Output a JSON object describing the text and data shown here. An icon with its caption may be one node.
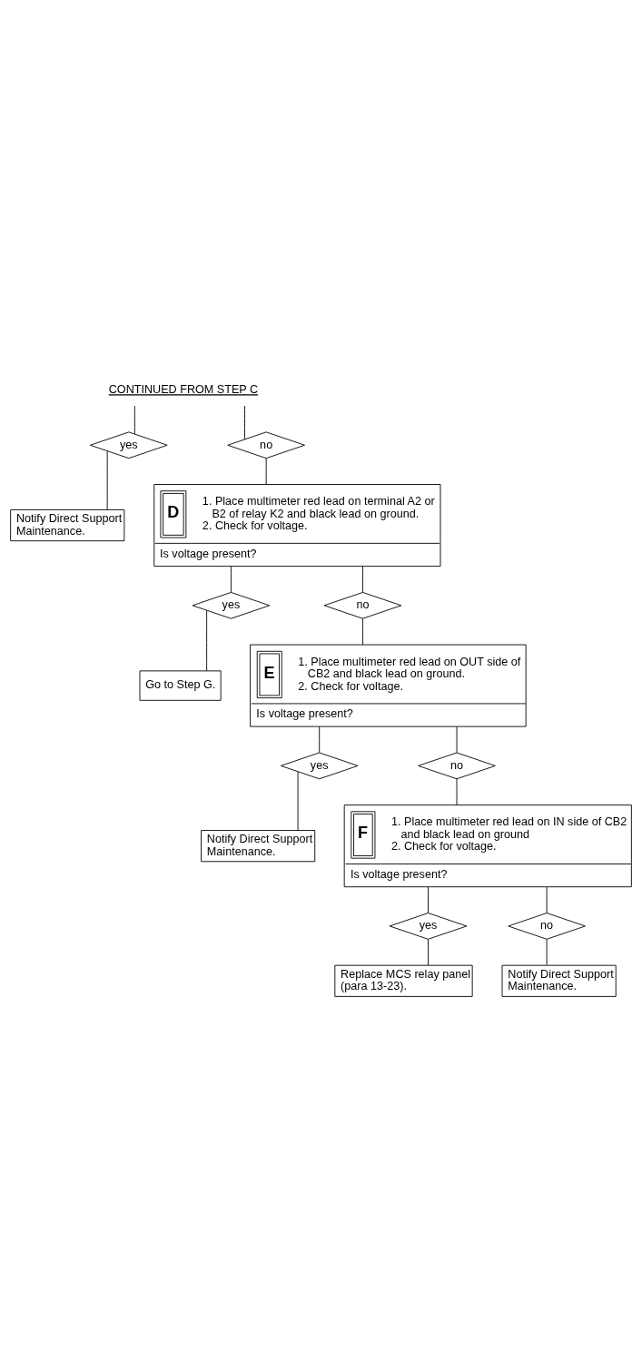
{
  "diagram": {
    "nodes": [
      {
        "text": [
          "CONTINUED FROM STEP C"
        ]
      },
      {
        "text": [
          "yes"
        ]
      },
      {
        "text": [
          "no"
        ]
      },
      {
        "text": [
          "Notify Direct Support Maintenance."
        ]
      },
      {
        "text": [
          "D",
          "1. Place multimeter red lead on terminal A2 or B2 of relay K2 and black lead on ground.",
          "2. Check for voltage.",
          "Is voltage present?"
        ]
      },
      {
        "text": [
          "yes"
        ]
      },
      {
        "text": [
          "no"
        ]
      },
      {
        "text": [
          "Go to Step G."
        ]
      },
      {
        "text": [
          "E",
          "1. Place multimeter red lead on OUT side of CB2 and black lead on ground.",
          "2. Check for voltage.",
          "Is voltage present?"
        ]
      },
      {
        "text": [
          "yes"
        ]
      },
      {
        "text": [
          "no"
        ]
      },
      {
        "text": [
          "Notify Direct Support Maintenance."
        ]
      },
      {
        "text": [
          "F",
          "1. Place multimeter red lead on IN side of CB2 and black lead on ground",
          "2. Check for voltage.",
          "Is voltage present?"
        ]
      },
      {
        "text": [
          "yes"
        ]
      },
      {
        "text": [
          "no"
        ]
      },
      {
        "text": [
          "Replace MCS relay panel (para 13-23)."
        ]
      },
      {
        "text": [
          "Notify Direct Support Maintenance."
        ]
      }
    ],
    "edges": [
      {
        "from": 0,
        "to": 1,
        "arrow": "none"
      },
      {
        "from": 0,
        "to": 2,
        "arrow": "none"
      },
      {
        "from": 1,
        "to": 3,
        "arrow": "none"
      },
      {
        "from": 2,
        "to": 4,
        "arrow": "none"
      },
      {
        "from": 4,
        "to": 5,
        "arrow": "none"
      },
      {
        "from": 4,
        "to": 6,
        "arrow": "none"
      },
      {
        "from": 5,
        "to": 7,
        "arrow": "none"
      },
      {
        "from": 6,
        "to": 8,
        "arrow": "none"
      },
      {
        "from": 8,
        "to": 9,
        "arrow": "none"
      },
      {
        "from": 8,
        "to": 10,
        "arrow": "none"
      },
      {
        "from": 9,
        "to": 11,
        "arrow": "none"
      },
      {
        "from": 10,
        "to": 12,
        "arrow": "none"
      },
      {
        "from": 12,
        "to": 13,
        "arrow": "none"
      },
      {
        "from": 12,
        "to": 14,
        "arrow": "none"
      },
      {
        "from": 13,
        "to": 15,
        "arrow": "none"
      },
      {
        "from": 14,
        "to": 16,
        "arrow": "none"
      }
    ]
  }
}
